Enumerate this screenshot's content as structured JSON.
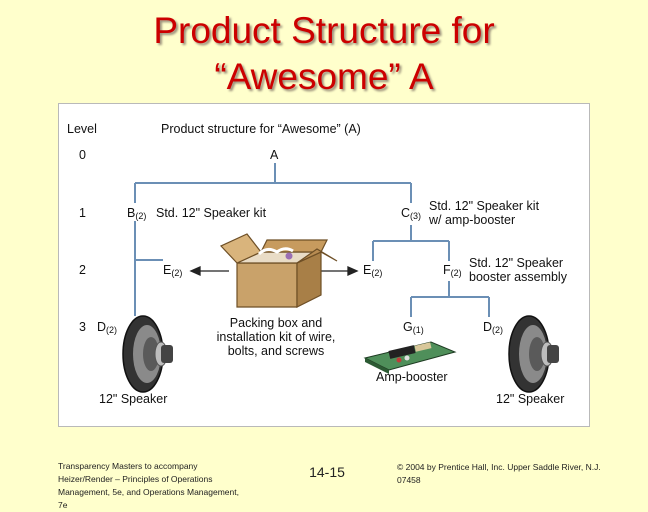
{
  "slide": {
    "title_line1": "Product Structure for",
    "title_line2": "“Awesome” A"
  },
  "diagram": {
    "header_level": "Level",
    "header_title": "Product structure for “Awesome” (A)",
    "levels": [
      "0",
      "1",
      "2",
      "3"
    ],
    "nodes": {
      "a": "A",
      "b": "B",
      "b_qty": "(2)",
      "b_desc": "Std. 12\" Speaker kit",
      "c": "C",
      "c_qty": "(3)",
      "c_desc_line1": "Std. 12\" Speaker kit",
      "c_desc_line2": "w/ amp-booster",
      "e_left": "E",
      "e_left_qty": "(2)",
      "e_right": "E",
      "e_right_qty": "(2)",
      "f": "F",
      "f_qty": "(2)",
      "f_desc_line1": "Std. 12\" Speaker",
      "f_desc_line2": "booster assembly",
      "d_left": "D",
      "d_left_qty": "(2)",
      "g": "G",
      "g_qty": "(1)",
      "d_right": "D",
      "d_right_qty": "(2)"
    },
    "captions": {
      "packing_line1": "Packing box and",
      "packing_line2": "installation kit of wire,",
      "packing_line3": "bolts, and screws",
      "amp_booster": "Amp-booster",
      "speaker_left": "12\" Speaker",
      "speaker_right": "12\" Speaker"
    },
    "colors": {
      "tree_lines": "#6b8fb5",
      "panel_border": "#b9b9b9"
    }
  },
  "footer": {
    "left_line1": "Transparency Masters to accompany",
    "left_line2": "Heizer/Render – Principles of Operations",
    "left_line3": "Management, 5e, and Operations Management,",
    "left_line4": "7e",
    "page": "14-15",
    "right_line1": "© 2004 by Prentice Hall, Inc.  Upper Saddle River, N.J.",
    "right_line2": "07458"
  }
}
